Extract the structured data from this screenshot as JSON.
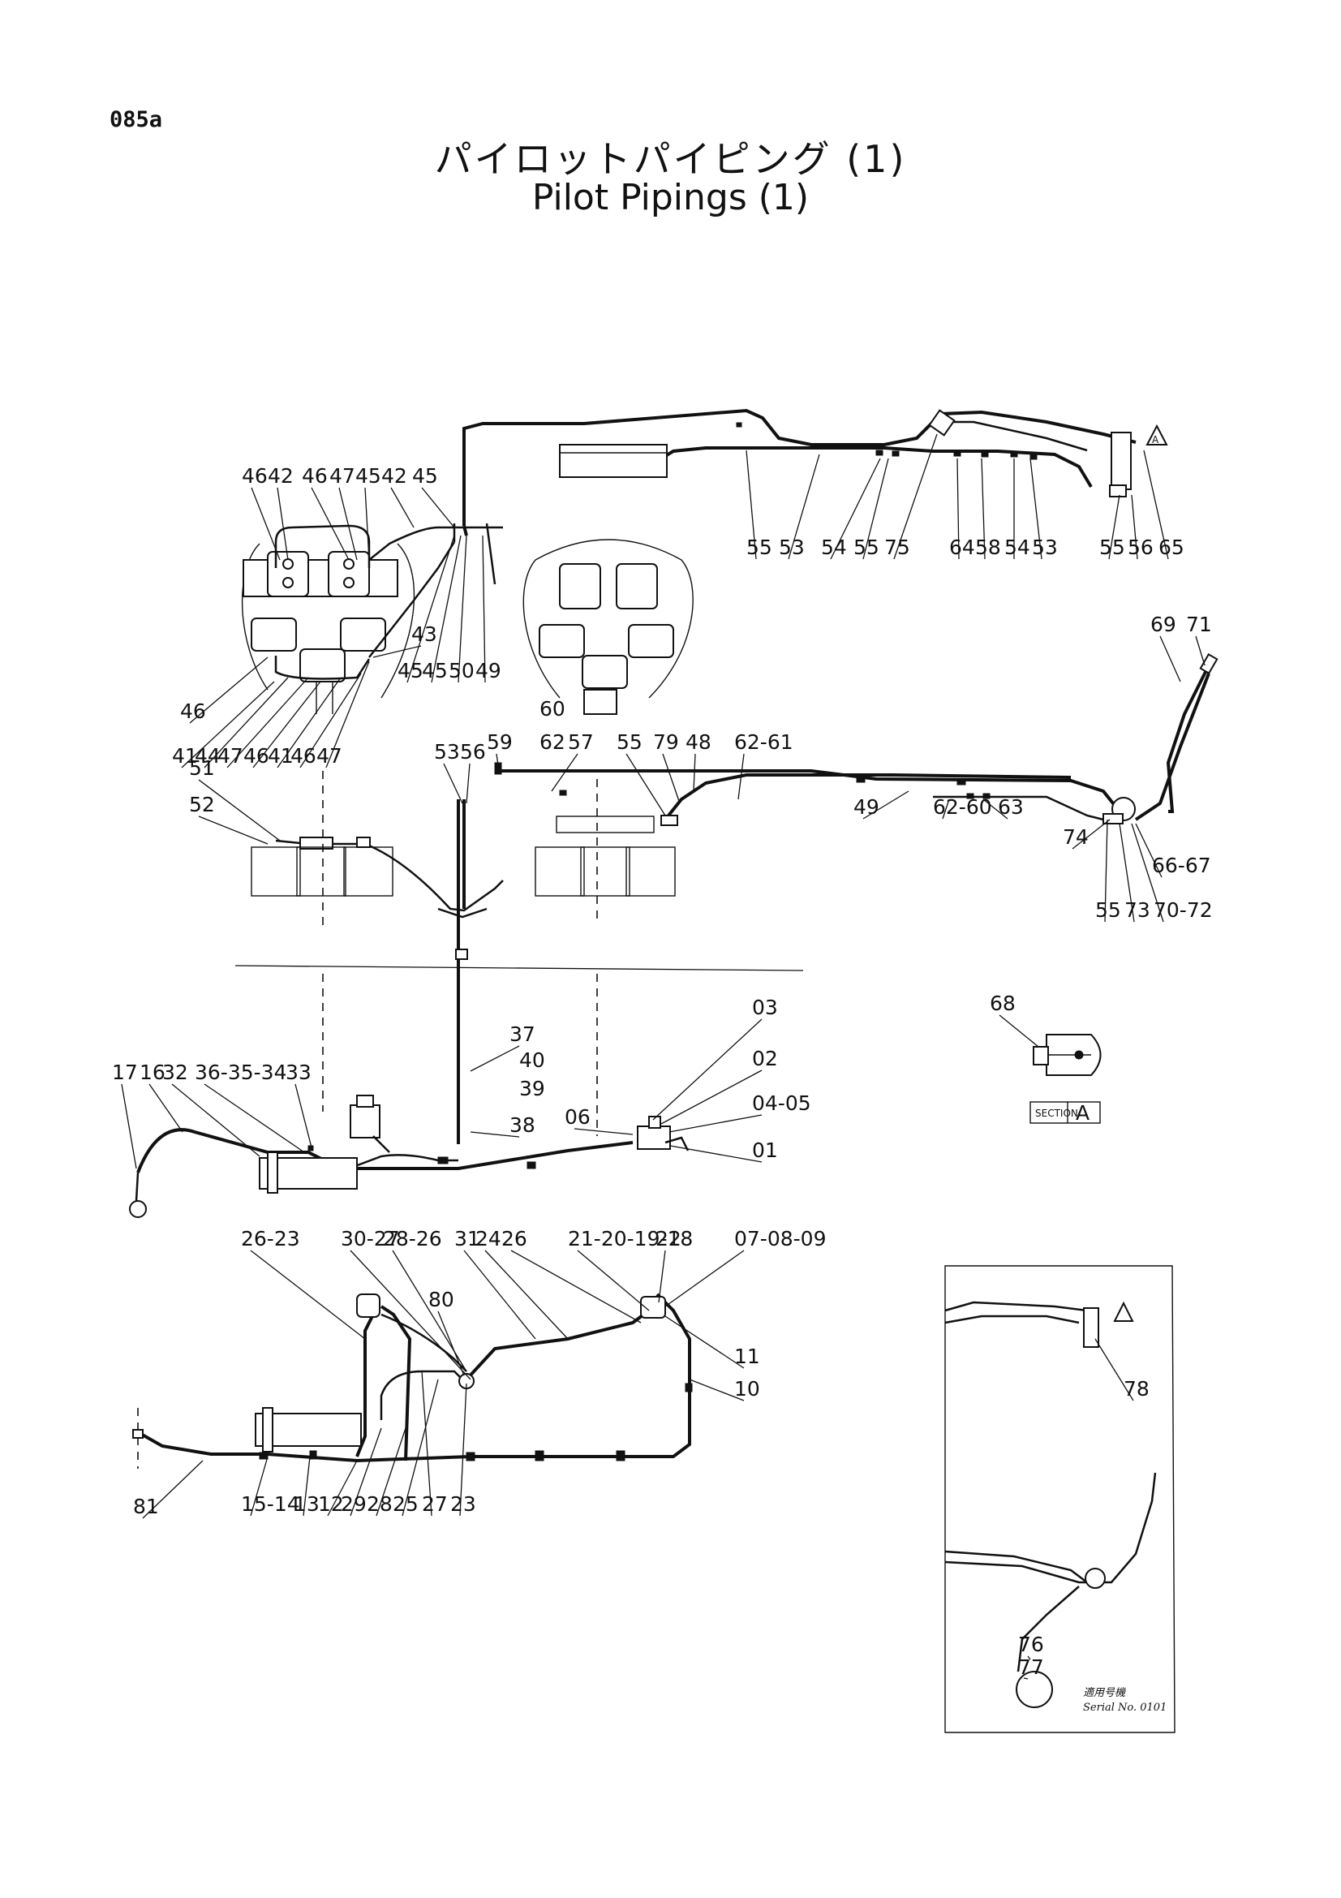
{
  "page_number": "085a",
  "title_jp": "パイロットパイピング (1)",
  "title_en": "Pilot Pipings (1)",
  "section_label": "A",
  "section_marker": "A",
  "inset_caption_jp": "適用号機",
  "inset_caption_en": "Serial No. 0101",
  "callouts": {
    "c01": "46",
    "c02": "42",
    "c03": "46",
    "c04": "47",
    "c05": "45",
    "c06": "42",
    "c07": "45",
    "c08": "55",
    "c09": "53",
    "c10": "54",
    "c11": "55",
    "c12": "75",
    "c13": "64",
    "c14": "58",
    "c15": "54",
    "c16": "53",
    "c17": "55",
    "c18": "56",
    "c19": "65",
    "c20": "43",
    "c21": "45",
    "c22": "45",
    "c23": "50",
    "c24": "49",
    "c25": "46",
    "c26": "41",
    "c27": "44",
    "c28": "47",
    "c29": "46",
    "c30": "41",
    "c31": "46",
    "c32": "47",
    "c33": "60",
    "c34": "62",
    "c35": "57",
    "c36": "53",
    "c37": "56",
    "c38": "59",
    "c39": "55",
    "c40": "79",
    "c41": "48",
    "c42": "62-61",
    "c43": "69",
    "c44": "71",
    "c45": "51",
    "c46": "52",
    "c47": "49",
    "c48": "62-60",
    "c49": "63",
    "c50": "74",
    "c51": "66-67",
    "c52": "55",
    "c53": "73",
    "c54": "70-72",
    "c55": "68",
    "c56": "37",
    "c57": "40",
    "c58": "39",
    "c59": "38",
    "c60": "03",
    "c61": "02",
    "c62": "04-05",
    "c63": "06",
    "c64": "01",
    "c65": "17",
    "c66": "16",
    "c67": "32",
    "c68": "36-35-34",
    "c69": "33",
    "c70": "26-23",
    "c71": "30-27",
    "c72": "28-26",
    "c73": "31",
    "c74": "24",
    "c75": "26",
    "c76": "21-20-19-18",
    "c77": "22",
    "c78": "07-08-09",
    "c79": "80",
    "c80": "11",
    "c81": "10",
    "c82": "81",
    "c83": "15-14",
    "c84": "13",
    "c85": "12",
    "c86": "29",
    "c87": "28",
    "c88": "25",
    "c89": "27",
    "c90": "23",
    "c91": "78",
    "c92": "76",
    "c93": "77"
  }
}
